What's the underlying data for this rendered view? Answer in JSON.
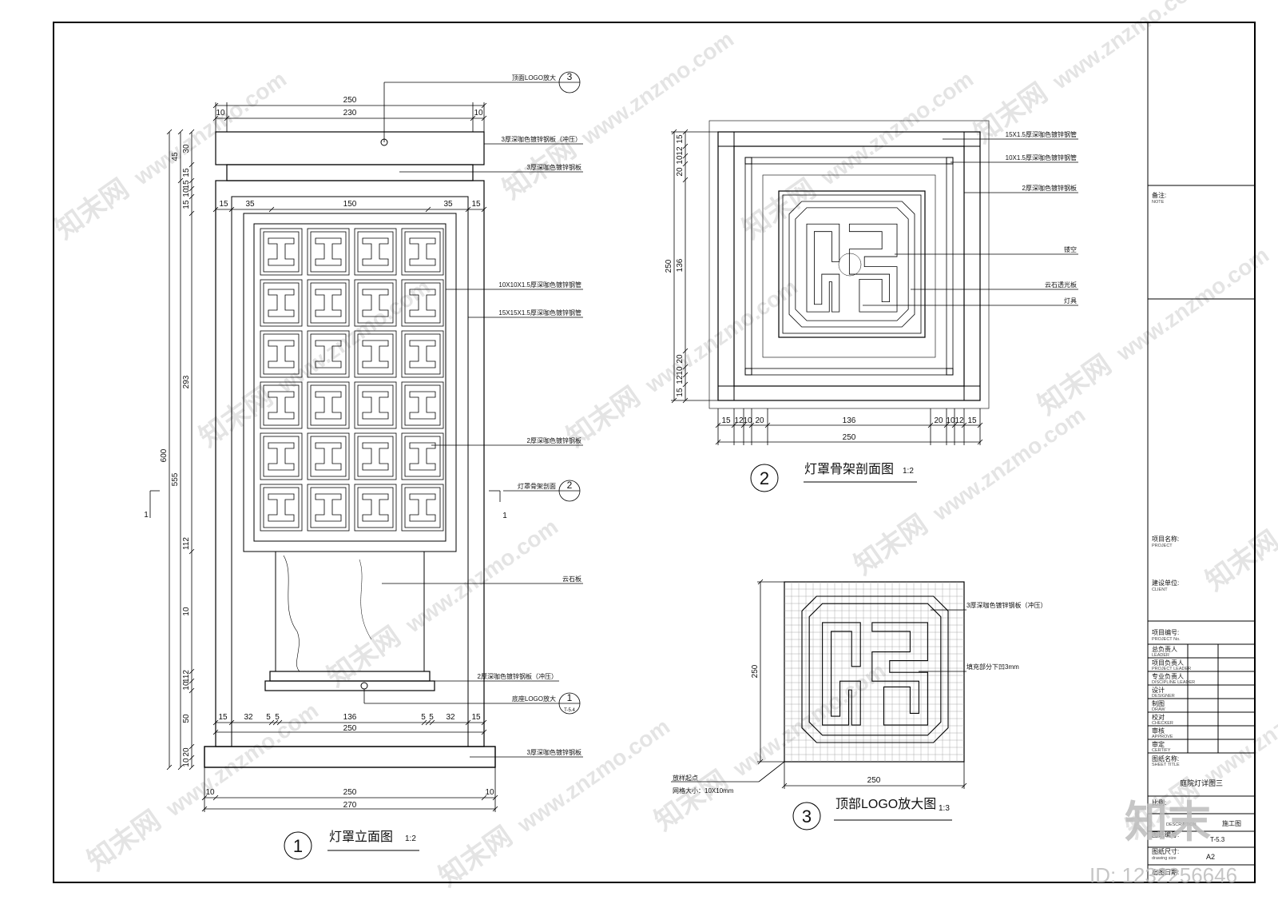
{
  "views": {
    "v1": {
      "num": "1",
      "title": "灯罩立面图",
      "scale": "1:2"
    },
    "v2": {
      "num": "2",
      "title": "灯罩骨架剖面图",
      "scale": "1:2"
    },
    "v3": {
      "num": "3",
      "title": "顶部LOGO放大图",
      "scale": "1:3"
    }
  },
  "elevation": {
    "dims_top": [
      "250",
      "10",
      "230",
      "10"
    ],
    "dims_left": [
      "30",
      "45",
      "15",
      "15",
      "10",
      "15",
      "293",
      "600",
      "555",
      "10",
      "112",
      "10",
      "10",
      "50",
      "20",
      "10"
    ],
    "dims_row": [
      "15",
      "35",
      "150",
      "35",
      "15"
    ],
    "dims_bottom_inner": [
      "15",
      "32",
      "5",
      "5",
      "136",
      "5",
      "5",
      "32",
      "15"
    ],
    "dims_bottom": [
      "250",
      "10",
      "250",
      "10",
      "270"
    ],
    "section_mark": "1",
    "notes": [
      "顶面LOGO放大",
      "3厚深咖色镀锌钢板（冲压）",
      "3厚深咖色镀锌钢板",
      "10X10X1.5厚深咖色镀锌钢管",
      "15X15X1.5厚深咖色镀锌钢管",
      "2厚深咖色镀锌钢板",
      "灯罩骨架剖面",
      "云石板",
      "2厚深咖色镀锌钢板（冲压）",
      "底座LOGO放大",
      "3厚深咖色镀锌钢板"
    ],
    "callout_top": "3",
    "callout_mid": "2",
    "callout_bot": "1",
    "callout_bot_sub": "T-5.4"
  },
  "section": {
    "dims_bottom": [
      "15",
      "12",
      "10",
      "20",
      "136",
      "20",
      "10",
      "12",
      "15"
    ],
    "dim_total": "250",
    "dims_left": [
      "15",
      "12",
      "10",
      "20",
      "250",
      "136",
      "20",
      "10",
      "12",
      "15"
    ],
    "notes": [
      "15X1.5厚深咖色镀锌钢管",
      "10X1.5厚深咖色镀锌钢管",
      "2厚深咖色镀锌钢板",
      "镂空",
      "云石透光板",
      "灯具"
    ]
  },
  "logo": {
    "dim_h": "250",
    "dim_w": "250",
    "notes": [
      "3厚深咖色镀锌钢板（冲压）",
      "填充部分下凹3mm"
    ],
    "origin_lines": [
      "放样起点",
      "网格大小：10X10mm"
    ]
  },
  "titleblock": {
    "note_cn": "备注:",
    "note_en": "NOTE",
    "project_cn": "项目名称:",
    "project_en": "PROJECT",
    "client_cn": "建设单位:",
    "client_en": "CLIENT",
    "no_cn": "项目编号:",
    "no_en": "PROJECT No.",
    "roles": [
      {
        "cn": "总负责人",
        "en": "LEADER"
      },
      {
        "cn": "项目负责人",
        "en": "PROJECT LEADER"
      },
      {
        "cn": "专业负责人",
        "en": "DISCIPLINE LEADER"
      },
      {
        "cn": "设计",
        "en": "DESIGNER"
      },
      {
        "cn": "制图",
        "en": "DRAW"
      },
      {
        "cn": "校对",
        "en": "CHECKER"
      },
      {
        "cn": "审核",
        "en": "APPROVE"
      },
      {
        "cn": "审定",
        "en": "CERTIFY"
      }
    ],
    "sheet_title_cn": "图纸名称:",
    "sheet_title_en": "SHEET TITLE",
    "sheet_title": "庭院灯详图三",
    "scale_cn": "比例:",
    "desc_label": "DESCRIPTION",
    "stage": "施工图",
    "drawing_no_cn": "图纸编号:",
    "drawing_no": "T-5.3",
    "size_cn": "图纸尺寸:",
    "size_en": "drawing size",
    "size": "A2",
    "date_cn": "出图日期:"
  },
  "watermark": {
    "brand": "知末网",
    "site": "www.znzmo.com",
    "logo": "知末",
    "id": "ID: 1232256646"
  }
}
